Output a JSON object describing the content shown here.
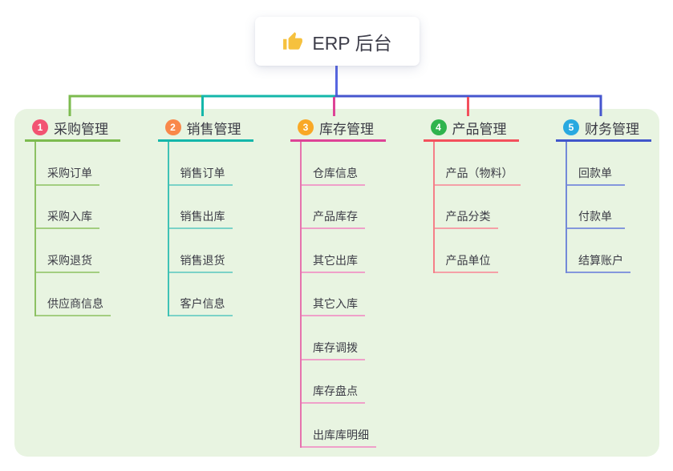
{
  "root": {
    "label": "ERP 后台",
    "icon": "thumbs-up-icon",
    "icon_color": "#F6C13E",
    "box_background": "#ffffff"
  },
  "panel": {
    "background": "#E8F4E1"
  },
  "connector": {
    "trunk_color": "#5766E0",
    "right_segment_color": "#4656CE"
  },
  "text_color": "#3B3B45",
  "branches": [
    {
      "number": "1",
      "label": "采购管理",
      "badge_color": "#F25372",
      "line_color": "#7CBB4F",
      "rail_color": "#8CC163",
      "item_line_color": "#A3CE80",
      "items": [
        "采购订单",
        "采购入库",
        "采购退货",
        "供应商信息"
      ]
    },
    {
      "number": "2",
      "label": "销售管理",
      "badge_color": "#F9884A",
      "line_color": "#14B7AA",
      "rail_color": "#3FC2B5",
      "item_line_color": "#7BD2C7",
      "items": [
        "销售订单",
        "销售出库",
        "销售退货",
        "客户信息"
      ]
    },
    {
      "number": "3",
      "label": "库存管理",
      "badge_color": "#F9A826",
      "line_color": "#DE4397",
      "rail_color": "#E673AE",
      "item_line_color": "#EFA0C9",
      "items": [
        "仓库信息",
        "产品库存",
        "其它出库",
        "其它入库",
        "库存调拨",
        "库存盘点",
        "出库库明细"
      ]
    },
    {
      "number": "4",
      "label": "产品管理",
      "badge_color": "#2FB44D",
      "line_color": "#F3505C",
      "rail_color": "#F57F88",
      "item_line_color": "#F5A0A7",
      "items": [
        "产品（物料）",
        "产品分类",
        "产品单位"
      ]
    },
    {
      "number": "5",
      "label": "财务管理",
      "badge_color": "#28A9E0",
      "line_color": "#4156CB",
      "rail_color": "#7389D8",
      "item_line_color": "#8497DC",
      "items": [
        "回款单",
        "付款单",
        "结算账户"
      ]
    }
  ]
}
